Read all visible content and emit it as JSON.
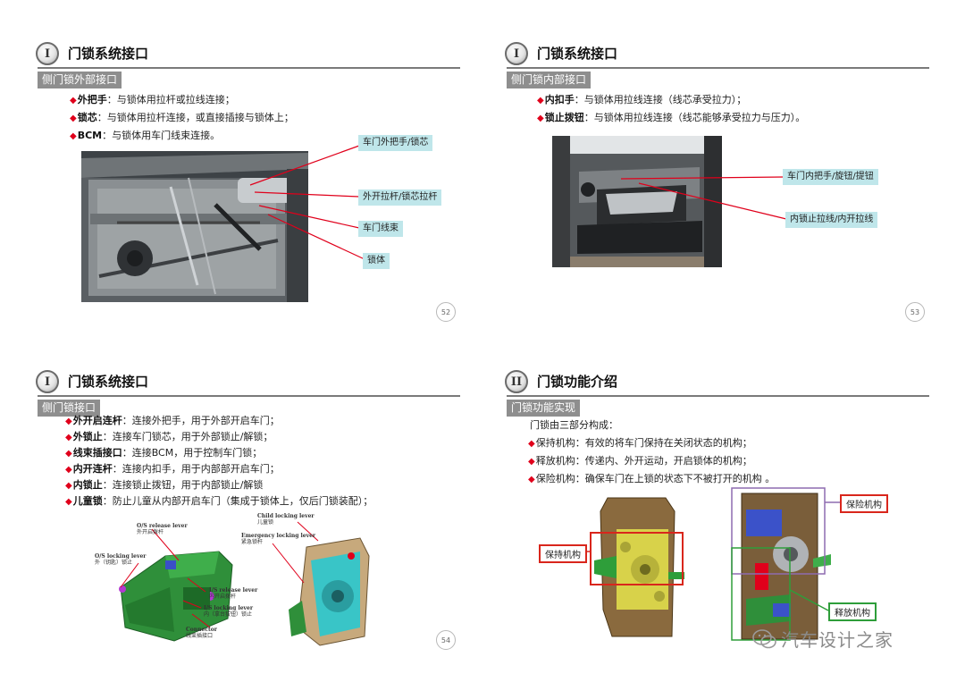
{
  "slide1": {
    "badge": "I",
    "title": "门锁系统接口",
    "subtitle": "侧门锁外部接口",
    "bullets": [
      {
        "key": "外把手",
        "text": "：与锁体用拉杆或拉线连接；"
      },
      {
        "key": "锁芯",
        "text": "：与锁体用拉杆连接，或直接插接与锁体上；"
      },
      {
        "key": "BCM",
        "text": "：与锁体用车门线束连接。"
      }
    ],
    "callouts": [
      "车门外把手/锁芯",
      "外开拉杆/锁芯拉杆",
      "车门线束",
      "锁体"
    ],
    "page": "52"
  },
  "slide2": {
    "badge": "I",
    "title": "门锁系统接口",
    "subtitle": "侧门锁内部接口",
    "bullets": [
      {
        "key": "内扣手",
        "text": "：与锁体用拉线连接（线芯承受拉力）；"
      },
      {
        "key": "锁止拨钮",
        "text": "：与锁体用拉线连接（线芯能够承受拉力与压力）。"
      }
    ],
    "callouts": [
      "车门内把手/旋钮/提钮",
      "内锁止拉线/内开拉线"
    ],
    "page": "53"
  },
  "slide3": {
    "badge": "I",
    "title": "门锁系统接口",
    "subtitle": "侧门锁接口",
    "bullets": [
      {
        "key": "外开启连杆",
        "text": "：连接外把手，用于外部开启车门；"
      },
      {
        "key": "外锁止",
        "text": "：连接车门锁芯，用于外部锁止/解锁；"
      },
      {
        "key": "线束插接口",
        "text": "：连接BCM，用于控制车门锁；"
      },
      {
        "key": "内开连杆",
        "text": "：连接内扣手，用于内部部开启车门；"
      },
      {
        "key": "内锁止",
        "text": "：连接锁止拨钮，用于内部锁止/解锁"
      },
      {
        "key": "儿童锁",
        "text": "：防止儿童从内部开启车门（集成于锁体上，仅后门锁装配）；"
      }
    ],
    "diagram_labels": {
      "os_release_en": "O/S release lever",
      "os_release_cn": "外开启拨杆",
      "os_locking_en": "O/S locking lever",
      "os_locking_cn": "外（钥匙）锁止",
      "is_release_en": "I/S release lever",
      "is_release_cn": "内开启拨杆",
      "is_locking_en": "I/S locking lever",
      "is_locking_cn": "内（拿台拔钮）锁止",
      "connector_en": "Connector",
      "connector_cn": "线束插接口",
      "child_en": "Child locking lever",
      "child_cn": "儿童锁",
      "emergency_en": "Emergency locking lever",
      "emergency_cn": "紧急锁杆"
    },
    "page": "54"
  },
  "slide4": {
    "badge": "II",
    "title": "门锁功能介绍",
    "subtitle": "门锁功能实现",
    "intro": "门锁由三部分构成：",
    "bullets": [
      {
        "key": "",
        "text": "保持机构：有效的将车门保持在关闭状态的机构；"
      },
      {
        "key": "",
        "text": "释放机构：传递内、外开运动，开启锁体的机构；"
      },
      {
        "key": "",
        "text": "保险机构：确保车门在上锁的状态下不被打开的机构 。"
      }
    ],
    "labels": {
      "hold": "保持机构",
      "safety": "保险机构",
      "release": "释放机构"
    },
    "colors": {
      "hold": "#d9261c",
      "safety": "#8e6bb0",
      "release": "#2e9e3a"
    }
  },
  "watermark": "汽车设计之家",
  "accent_red": "#e0001b",
  "callout_bg": "#bfe6ea"
}
